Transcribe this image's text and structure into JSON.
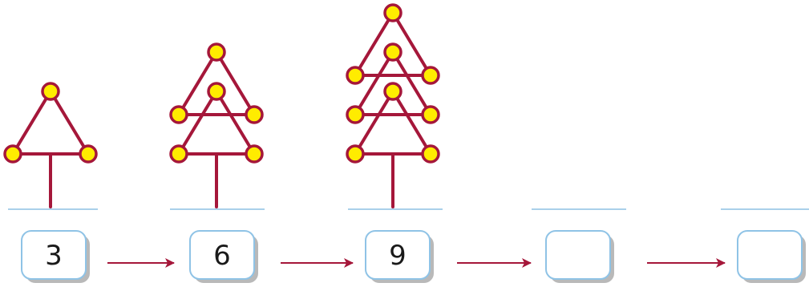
{
  "colors": {
    "stroke": "#a5173a",
    "dot_fill": "#ffec00",
    "baseline": "#a9d0ea",
    "box_border": "#8fc3e6",
    "box_fill": "#ffffff",
    "box_shadow": "#b9b9b9",
    "text": "#1a1a1a"
  },
  "figures": [
    {
      "triangles": 1,
      "count": "3"
    },
    {
      "triangles": 2,
      "count": "6"
    },
    {
      "triangles": 3,
      "count": "9"
    },
    {
      "triangles": 0,
      "count": ""
    },
    {
      "triangles": 0,
      "count": ""
    }
  ]
}
